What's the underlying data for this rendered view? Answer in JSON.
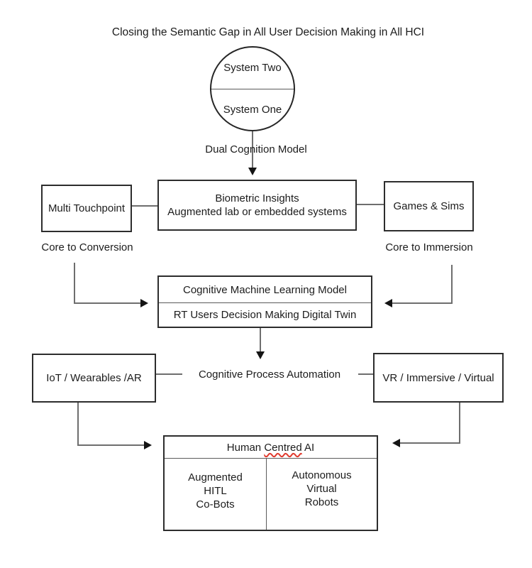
{
  "title": "Closing the Semantic Gap in All User Decision Making in All HCI",
  "dual_cognition": {
    "circle_top": "System Two",
    "circle_bottom": "System One",
    "caption": "Dual Cognition Model"
  },
  "row1": {
    "left_box": "Multi Touchpoint",
    "center_box": {
      "line1": "Biometric Insights",
      "line2": "Augmented lab or embedded systems"
    },
    "right_box": "Games & Sims",
    "left_caption": "Core to Conversion",
    "right_caption": "Core to Immersion"
  },
  "ml_box": {
    "top_row": "Cognitive Machine Learning Model",
    "bottom_row": "RT Users Decision Making Digital Twin"
  },
  "row2": {
    "left_box": "IoT / Wearables /AR",
    "center_label": "Cognitive Process Automation",
    "right_box": "VR / Immersive / Virtual"
  },
  "hcai_box": {
    "title_pre": "Human ",
    "title_marked": "Centred",
    "title_post": " AI",
    "left_cell": [
      "Augmented",
      "HITL",
      "Co-Bots"
    ],
    "right_cell": [
      "Autonomous",
      "Virtual",
      "Robots"
    ]
  }
}
